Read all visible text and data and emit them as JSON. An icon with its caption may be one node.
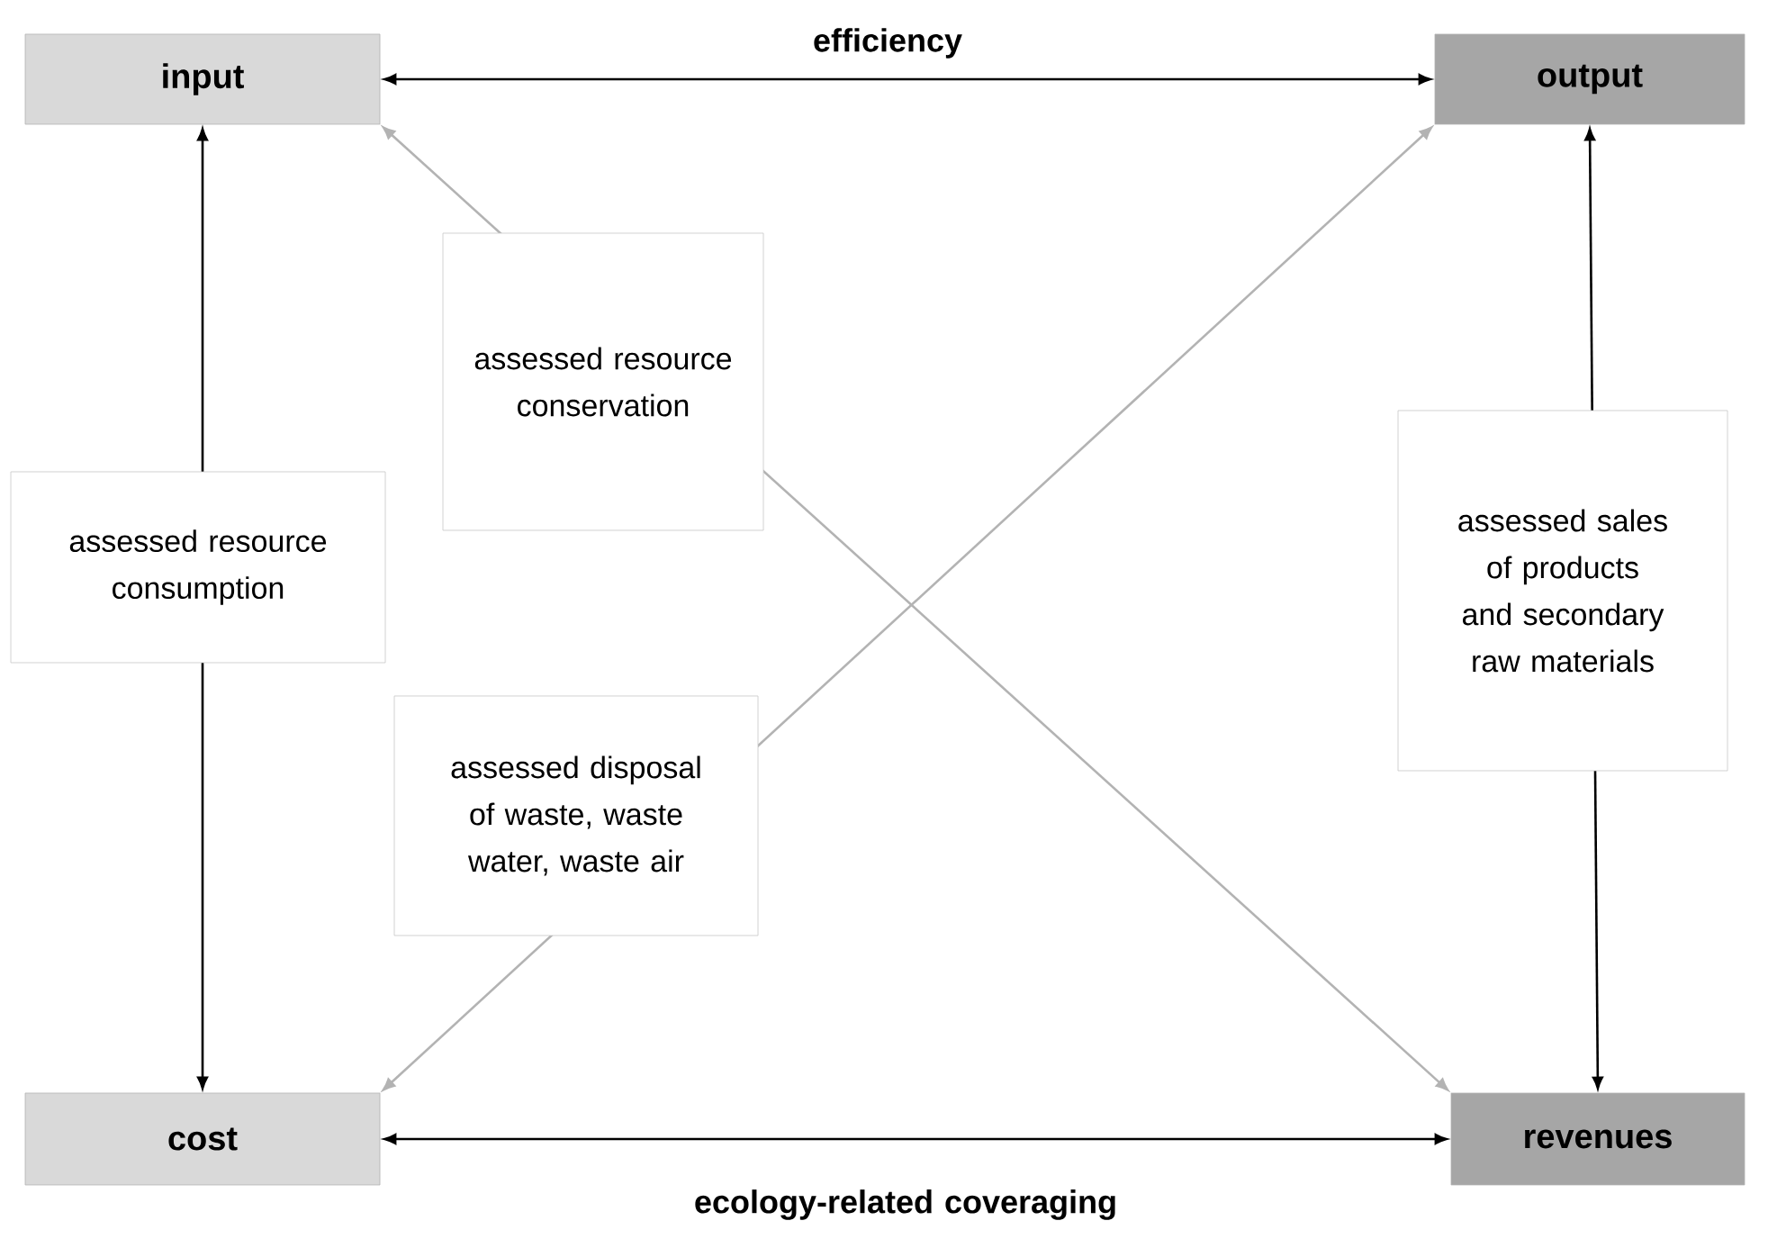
{
  "diagram": {
    "nodes": [
      {
        "text": [
          "input"
        ]
      },
      {
        "text": [
          "output"
        ]
      },
      {
        "text": [
          "cost"
        ]
      },
      {
        "text": [
          "revenues"
        ]
      }
    ],
    "edges": [
      {
        "from": 0,
        "to": 1,
        "arrow": "both",
        "label": "efficiency"
      },
      {
        "from": 2,
        "to": 3,
        "arrow": "both",
        "label": "ecology-related coveraging"
      },
      {
        "from": 0,
        "to": 2,
        "arrow": "both",
        "label": "assessed resource consumption"
      },
      {
        "from": 1,
        "to": 3,
        "arrow": "both",
        "label": "assessed sales of products and secondary raw materials"
      },
      {
        "from": 0,
        "to": 3,
        "arrow": "both",
        "label": "assessed resource conservation",
        "color": "#b3b3b3"
      },
      {
        "from": 2,
        "to": 1,
        "arrow": "both",
        "label": "assessed disposal of waste, waste water, waste air",
        "color": "#b3b3b3"
      }
    ]
  }
}
